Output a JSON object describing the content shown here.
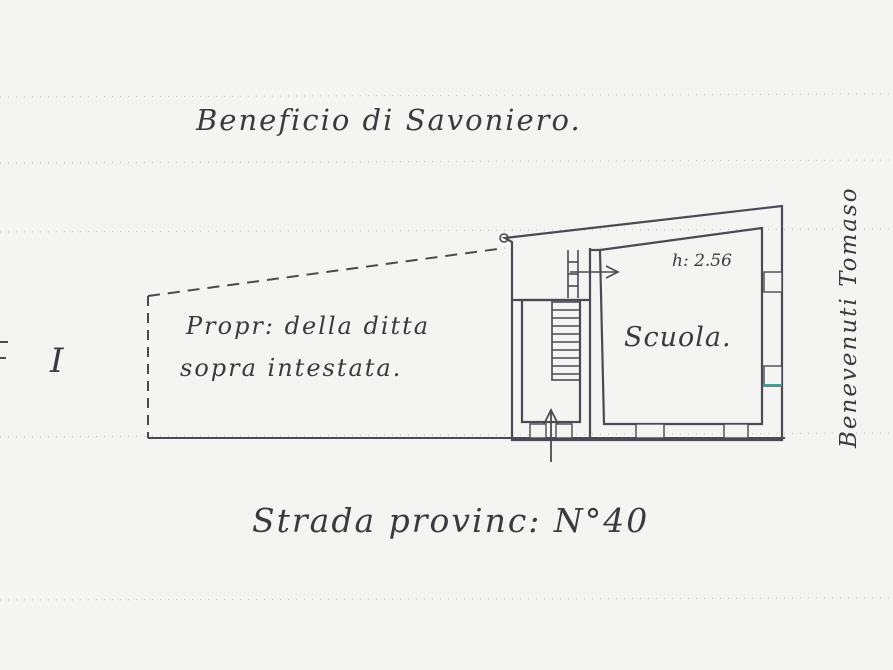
{
  "labels": {
    "north_neighbor": "Beneficio di Savoniero.",
    "east_neighbor": "Benevenuti Tomaso",
    "west_property_line1": "Propr: della ditta",
    "west_property_line2": "sopra intestata.",
    "room_name": "Scuola.",
    "room_height": "h: 2.56",
    "street": "Strada provinc: N°40",
    "left_mark": "I"
  },
  "colors": {
    "paper": "#f4f4f2",
    "ink": "#4a4a52",
    "accent": "#2fa79a"
  }
}
